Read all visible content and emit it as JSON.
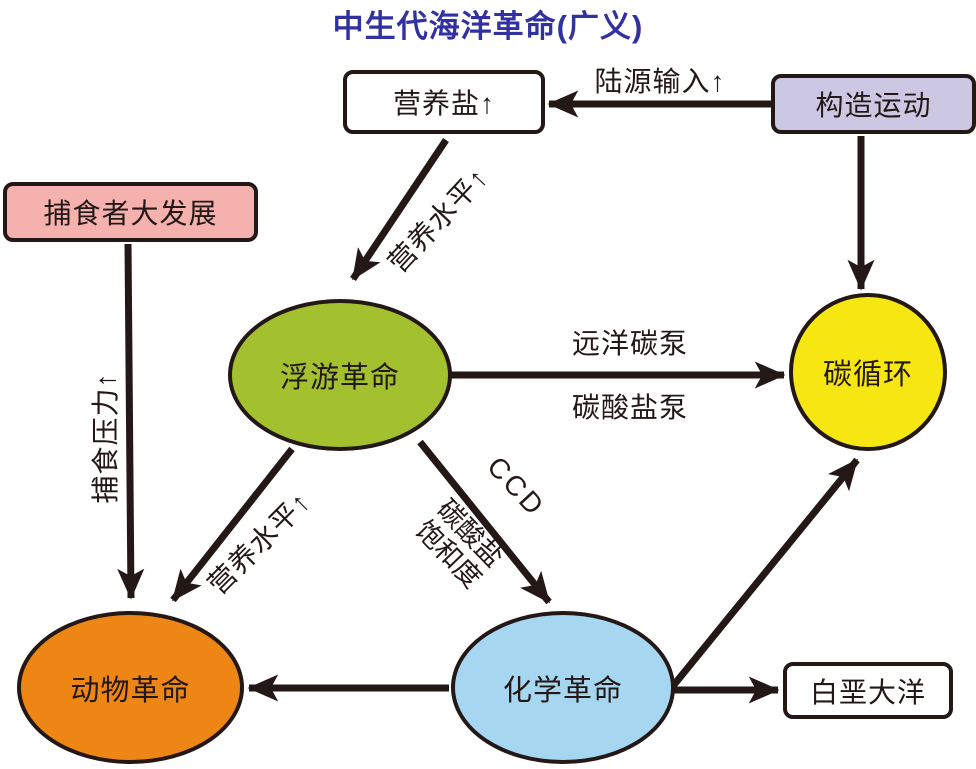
{
  "title": {
    "text": "中生代海洋革命(广义)",
    "color": "#3231a0"
  },
  "nodes": {
    "nutrient": {
      "label": "营养盐↑",
      "shape": "rounded-rect",
      "fill": "#ffffff"
    },
    "tectonic": {
      "label": "构造运动",
      "shape": "rounded-rect",
      "fill": "#ccc8e4"
    },
    "predator": {
      "label": "捕食者大发展",
      "shape": "rounded-rect",
      "fill": "#f4b1ae"
    },
    "plankton": {
      "label": "浮游革命",
      "shape": "ellipse",
      "fill": "#a3c12f"
    },
    "carbon": {
      "label": "碳循环",
      "shape": "circle",
      "fill": "#f6e712"
    },
    "animal": {
      "label": "动物革命",
      "shape": "ellipse",
      "fill": "#ee8615"
    },
    "chemical": {
      "label": "化学革命",
      "shape": "ellipse",
      "fill": "#a6d6f0"
    },
    "cretaceous": {
      "label": "白垩大洋",
      "shape": "rounded-rect",
      "fill": "#ffffff"
    }
  },
  "edge_labels": {
    "terrestrial_input": "陆源输入↑",
    "nutrient_level_upper": "营养水平↑",
    "nutrient_level_lower": "营养水平↑",
    "predation_pressure": "捕食压力↑",
    "pelagic_pump": "远洋碳泵",
    "carbonate_pump": "碳酸盐泵",
    "ccd": "CCD",
    "carbonate_saturation_line1": "碳酸盐",
    "carbonate_saturation_line2": "饱和度"
  },
  "edges": [
    {
      "from": "构造运动",
      "to": "营养盐↑",
      "label": "陆源输入↑"
    },
    {
      "from": "构造运动",
      "to": "碳循环",
      "label": ""
    },
    {
      "from": "营养盐↑",
      "to": "浮游革命",
      "label": "营养水平↑"
    },
    {
      "from": "浮游革命",
      "to": "碳循环",
      "label": "远洋碳泵 / 碳酸盐泵"
    },
    {
      "from": "捕食者大发展",
      "to": "动物革命",
      "label": "捕食压力↑"
    },
    {
      "from": "浮游革命",
      "to": "动物革命",
      "label": "营养水平↑"
    },
    {
      "from": "浮游革命",
      "to": "化学革命",
      "label": "CCD / 碳酸盐饱和度"
    },
    {
      "from": "化学革命",
      "to": "动物革命",
      "label": ""
    },
    {
      "from": "化学革命",
      "to": "白垩大洋",
      "label": ""
    },
    {
      "from": "化学革命",
      "to": "碳循环",
      "label": ""
    }
  ],
  "colors": {
    "line": "#231815",
    "title": "#3231a0"
  }
}
